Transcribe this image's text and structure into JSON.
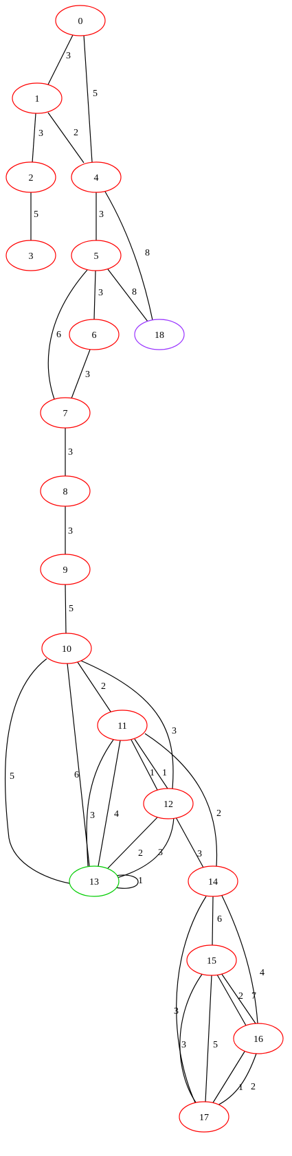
{
  "graph": {
    "colors": {
      "default_node": "#ff0000",
      "start_node": "#00cc00",
      "target_node": "#9933ff",
      "edge": "#000000"
    },
    "nodes": [
      {
        "id": "0",
        "label": "0",
        "color": "#ff0000"
      },
      {
        "id": "1",
        "label": "1",
        "color": "#ff0000"
      },
      {
        "id": "2",
        "label": "2",
        "color": "#ff0000"
      },
      {
        "id": "3",
        "label": "3",
        "color": "#ff0000"
      },
      {
        "id": "4",
        "label": "4",
        "color": "#ff0000"
      },
      {
        "id": "5",
        "label": "5",
        "color": "#ff0000"
      },
      {
        "id": "6",
        "label": "6",
        "color": "#ff0000"
      },
      {
        "id": "18",
        "label": "18",
        "color": "#9933ff"
      },
      {
        "id": "7",
        "label": "7",
        "color": "#ff0000"
      },
      {
        "id": "8",
        "label": "8",
        "color": "#ff0000"
      },
      {
        "id": "9",
        "label": "9",
        "color": "#ff0000"
      },
      {
        "id": "10",
        "label": "10",
        "color": "#ff0000"
      },
      {
        "id": "11",
        "label": "11",
        "color": "#ff0000"
      },
      {
        "id": "12",
        "label": "12",
        "color": "#ff0000"
      },
      {
        "id": "13",
        "label": "13",
        "color": "#00cc00"
      },
      {
        "id": "14",
        "label": "14",
        "color": "#ff0000"
      },
      {
        "id": "15",
        "label": "15",
        "color": "#ff0000"
      },
      {
        "id": "16",
        "label": "16",
        "color": "#ff0000"
      },
      {
        "id": "17",
        "label": "17",
        "color": "#ff0000"
      }
    ],
    "edges": [
      {
        "from": "0",
        "to": "1",
        "weight": "3"
      },
      {
        "from": "0",
        "to": "4",
        "weight": "5"
      },
      {
        "from": "1",
        "to": "2",
        "weight": "3"
      },
      {
        "from": "1",
        "to": "4",
        "weight": "2"
      },
      {
        "from": "2",
        "to": "3",
        "weight": "5"
      },
      {
        "from": "4",
        "to": "5",
        "weight": "3"
      },
      {
        "from": "4",
        "to": "18",
        "weight": "8"
      },
      {
        "from": "5",
        "to": "6",
        "weight": "3"
      },
      {
        "from": "5",
        "to": "18",
        "weight": "8"
      },
      {
        "from": "5",
        "to": "7",
        "weight": "6"
      },
      {
        "from": "6",
        "to": "7",
        "weight": "3"
      },
      {
        "from": "7",
        "to": "8",
        "weight": "3"
      },
      {
        "from": "8",
        "to": "9",
        "weight": "3"
      },
      {
        "from": "9",
        "to": "10",
        "weight": "5"
      },
      {
        "from": "10",
        "to": "11",
        "weight": "2"
      },
      {
        "from": "10",
        "to": "12",
        "weight": "3"
      },
      {
        "from": "10",
        "to": "13",
        "weight": "5"
      },
      {
        "from": "10",
        "to": "13",
        "weight": "6"
      },
      {
        "from": "11",
        "to": "12",
        "weight": "1"
      },
      {
        "from": "11",
        "to": "12",
        "weight": "1"
      },
      {
        "from": "11",
        "to": "13",
        "weight": "3"
      },
      {
        "from": "11",
        "to": "13",
        "weight": "4"
      },
      {
        "from": "11",
        "to": "14",
        "weight": "2"
      },
      {
        "from": "12",
        "to": "13",
        "weight": "2"
      },
      {
        "from": "12",
        "to": "13",
        "weight": "3"
      },
      {
        "from": "12",
        "to": "14",
        "weight": "3"
      },
      {
        "from": "13",
        "to": "13",
        "weight": "1"
      },
      {
        "from": "14",
        "to": "15",
        "weight": "6"
      },
      {
        "from": "14",
        "to": "16",
        "weight": "4"
      },
      {
        "from": "14",
        "to": "17",
        "weight": "3"
      },
      {
        "from": "15",
        "to": "16",
        "weight": "2"
      },
      {
        "from": "15",
        "to": "16",
        "weight": "7"
      },
      {
        "from": "15",
        "to": "17",
        "weight": "3"
      },
      {
        "from": "15",
        "to": "17",
        "weight": "5"
      },
      {
        "from": "16",
        "to": "17",
        "weight": "1"
      },
      {
        "from": "16",
        "to": "17",
        "weight": "2"
      }
    ]
  }
}
